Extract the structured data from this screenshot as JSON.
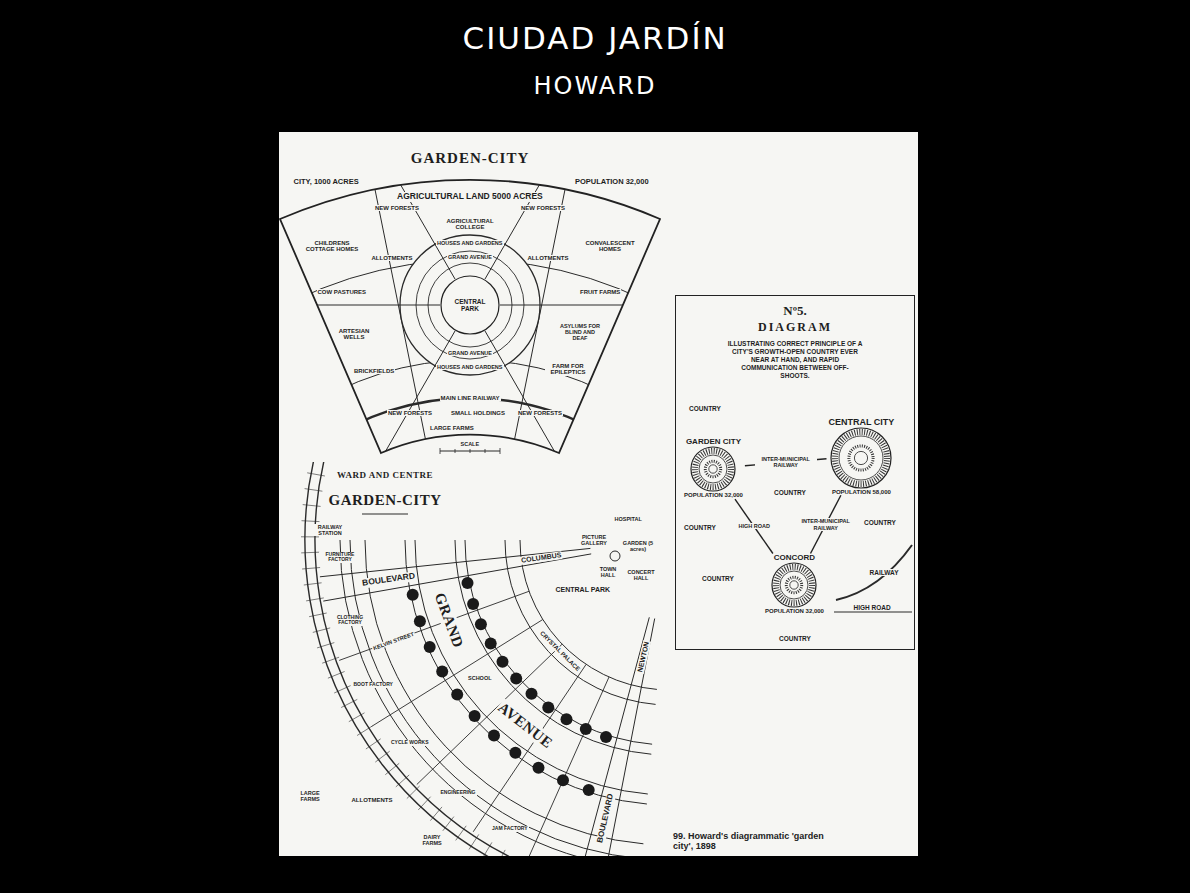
{
  "diagram": {
    "title": "CIUDAD JARDÍN",
    "caption": "99. Howard's diagrammatic 'garden city', 1898",
    "nodes": [
      {
        "text": [
          "GARDEN-CITY"
        ]
      },
      {
        "text": [
          "CENTRAL PARK"
        ],
        "in": 0
      },
      {
        "text": [
          "Nº5.",
          "DIAGRAM",
          "ILLUSTRATING CORRECT PRINCIPLE OF A CITY'S GROWTH-OPEN COUNTRY EVER NEAR AT HAND, AND RAPID COMMUNICATION BETWEEN OFF-SHOOTS."
        ]
      },
      {
        "text": [
          "GARDEN CITY",
          "POPULATION 32,000"
        ],
        "in": 2
      },
      {
        "text": [
          "CENTRAL CITY",
          "POPULATION 58,000"
        ],
        "in": 2
      },
      {
        "text": [
          "CONCORD",
          "POPULATION 32,000"
        ],
        "in": 2
      }
    ],
    "edges": [
      {
        "from": 3,
        "to": 4,
        "arrow": "none",
        "label": "INTER-MUNICIPAL RAILWAY"
      },
      {
        "from": 3,
        "to": 5,
        "arrow": "none",
        "label": "HIGH ROAD"
      },
      {
        "from": 4,
        "to": 5,
        "arrow": "none",
        "label": "INTER-MUNICIPAL RAILWAY"
      }
    ],
    "labels": [
      "HOWARD",
      "CITY, 1000 ACRES",
      "AGRICULTURAL LAND 5000 ACRES",
      "POPULATION 32,000",
      "NEW FORESTS",
      "AGRICULTURAL COLLEGE",
      "NEW FORESTS",
      "CHILDRENS COTTAGE HOMES",
      "ALLOTMENTS",
      "HOUSES AND GARDENS",
      "ALLOTMENTS",
      "CONVALESCENT HOMES",
      "GRAND AVENUE",
      "COW PASTURES",
      "FRUIT FARMS",
      "GRAND AVENUE",
      "ARTESIAN WELLS",
      "ASYLUMS FOR BLIND AND DEAF",
      "HOUSES AND GARDENS",
      "BRICKFIELDS",
      "FARM FOR EPILEPTICS",
      "MAIN LINE RAILWAY",
      "NEW FORESTS",
      "SMALL HOLDINGS",
      "NEW FORESTS",
      "LARGE FARMS",
      "SCALE",
      "WARD AND CENTRE",
      "GARDEN-CITY",
      "HOSPITAL",
      "PICTURE GALLERY",
      "GARDEN (5 acres)",
      "TOWN HALL",
      "CONCERT HALL",
      "COLUMBUS",
      "BOULEVARD",
      "RAILWAY STATION",
      "CENTRAL PARK",
      "CRYSTAL PALACE",
      "GRAND",
      "SCHOOL",
      "AVENUE",
      "NEWTON",
      "BOULEVARD",
      "KELVIN STREET",
      "FURNITURE FACTORY",
      "CLOTHING FACTORY",
      "BOOT FACTORY",
      "CYCLE WORKS",
      "ENGINEERING",
      "JAM FACTORY",
      "ALLOTMENTS",
      "LARGE FARMS",
      "DAIRY FARMS",
      "COUNTRY",
      "COUNTRY",
      "COUNTRY",
      "COUNTRY",
      "COUNTRY",
      "COUNTRY",
      "RAILWAY",
      "HIGH ROAD"
    ]
  }
}
